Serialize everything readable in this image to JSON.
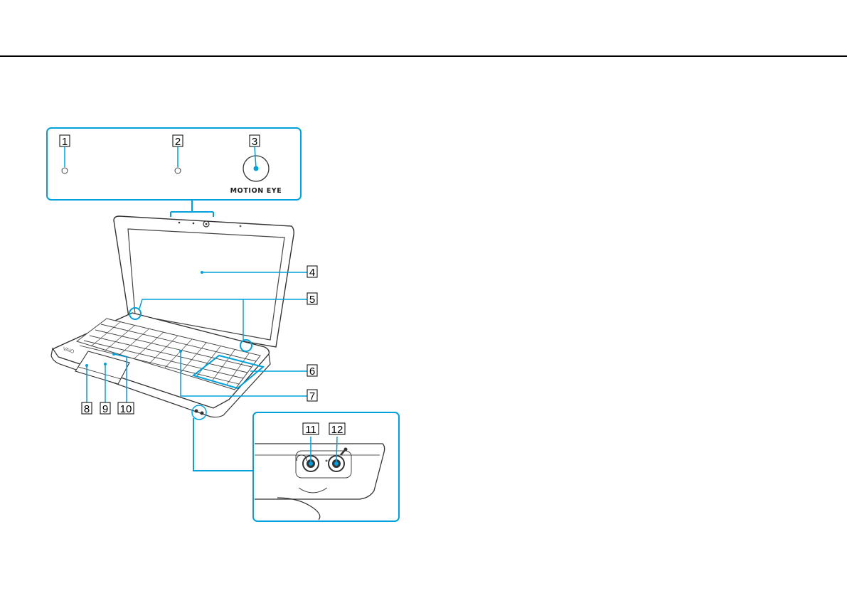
{
  "figure": {
    "brand_text": "MOTION EYE",
    "vaio_logo": "VAIO",
    "callouts": [
      "1",
      "2",
      "3",
      "4",
      "5",
      "6",
      "7",
      "8",
      "9",
      "10",
      "11",
      "12"
    ]
  },
  "colors": {
    "accent": "#00a0dc",
    "outline": "#333333",
    "rule": "#000000"
  },
  "icons": {
    "headphones": "headphones-icon",
    "microphone": "microphone-icon"
  }
}
